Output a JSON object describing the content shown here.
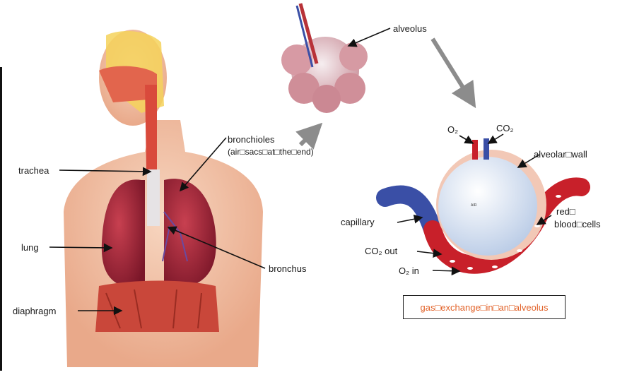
{
  "labels": {
    "alveolus": "alveolus",
    "bronchioles_line1": "bronchioles",
    "bronchioles_line2": "(air□sacs□at□the□end)",
    "trachea": "trachea",
    "lung": "lung",
    "diaphragm": "diaphragm",
    "bronchus": "bronchus",
    "o2_top": "O₂",
    "co2_top": "CO₂",
    "alveolar_wall": "alveolar□wall",
    "capillary": "capillary",
    "red_blood_line1": "red□",
    "red_blood_line2": "blood□cells",
    "co2_out": "CO₂ out",
    "o2_in": "O₂ in",
    "air": "AIR"
  },
  "caption": "gas□exchange□in□an□alveolus",
  "colors": {
    "caption_text": "#e2632a",
    "arrow_gray": "#8c8c8c",
    "blood_red": "#c8202a",
    "vein_blue": "#3a4fa6",
    "lung_red": "#a8283a",
    "skin": "#f2c3a7"
  }
}
